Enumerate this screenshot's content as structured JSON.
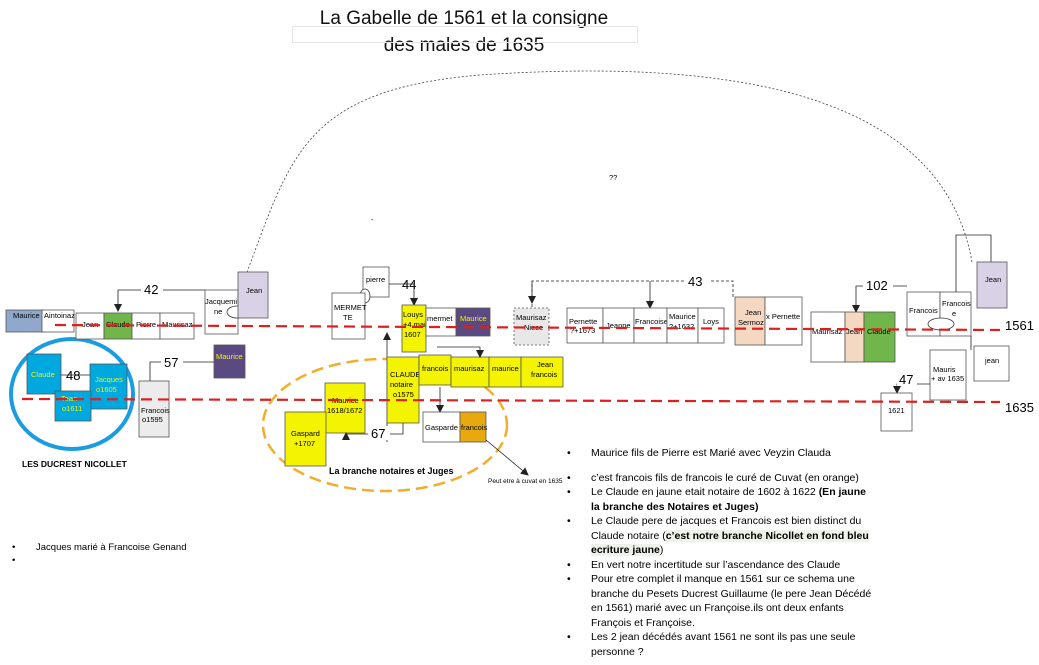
{
  "title": {
    "line1": "La Gabelle de 1561 et la consigne",
    "line2": "des males de 1635"
  },
  "marks": {
    "question": "??",
    "dash": "-",
    "year_1561": "1561",
    "year_1635": "1635"
  },
  "numbers": {
    "n42": "42",
    "n48": "48",
    "n57": "57",
    "n44": "44",
    "n67": "67",
    "n43": "43",
    "n102": "102",
    "n47": "47"
  },
  "boxes": {
    "maurice_bl": "Maurice",
    "aintoinaz": "Aintoinaz",
    "jean_a": "Jean",
    "claude_green": "Claude",
    "pierre": "Pierre",
    "maurisaz_a": "Maurisaz",
    "jacquemine_1": "Jacquemi",
    "jacquemine_2": "ne",
    "jean_top": "Jean",
    "maurice_purple": "Maurice",
    "claude_blue": "Claude",
    "jacques_1": "Jacques",
    "jacques_2": "o1605",
    "tean_1": "Tean",
    "tean_2": "o1611",
    "francois_1": "Francois",
    "francois_2": "o1595",
    "ducrest": "LES DUCREST NICOLLET",
    "pierre2": "pierre",
    "mermette_1": "MERMET",
    "mermette_2": "TE",
    "louys_1": "Louys",
    "louys_2": "+4 mai",
    "louys_3": "1607",
    "mermet": "mermet",
    "maurice_p2": "Maurice",
    "claude_not_1": "CLAUDE",
    "claude_not_2": "notaire",
    "claude_not_3": "o1575",
    "francois_y": "francois",
    "maurisaz_y": "maurisaz",
    "maurice_y": "maurice",
    "jeanfr_1": "Jean",
    "jeanfr_2": "francois",
    "maurice1618_1": "Maurice",
    "maurice1618_2": "1618/1672",
    "gaspard_1": "Gaspard",
    "gaspard_2": "+1707",
    "gasparde": "Gasparde",
    "francois_or": "francois",
    "branche": "La branche notaires et Juges",
    "cuvat": "Peut etre à cuvat en 1635",
    "maurisaz_niece_1": "Maurisaz",
    "maurisaz_niece_2": "Niece",
    "pernette_1": "Pernette",
    "pernette_2": "?+1673",
    "jeanne": "Jeanne",
    "francoise": "Francoise",
    "maurice1632_1": "Maurice",
    "maurice1632_2": "?+1632",
    "loys": "Loys",
    "jean_sermoz_1": "Jean",
    "jean_sermoz_2": "Sermoz",
    "x_pernette": "x Pernette",
    "maurisaz_r": "Maurisaz",
    "jean_r": "Jean",
    "claude_r": "Claude",
    "francois_r": "Francois",
    "francoise_r_1": "Francois",
    "francoise_r_2": "e",
    "jean_rr": "Jean",
    "mauris_1": "Mauris",
    "mauris_2": "+ av 1635",
    "jean_last": "jean",
    "b1621": "1621"
  },
  "notes": [
    {
      "text": "Maurice  fils de Pierre est Marié avec Veyzin Clauda"
    },
    {
      "text": "c’est francois fils de francois le curé de Cuvat (en orange)"
    },
    {
      "text": "Le Claude en jaune etait notaire de 1602 à 1622 ",
      "bold": "(En jaune la branche des Notaires et Juges)"
    },
    {
      "text": "Le Claude pere de jacques et Francois est bien distinct du Claude notaire (",
      "bold": "c’est notre branche Nicollet en fond bleu ecriture jaune",
      "after": ")"
    },
    {
      "text": "En vert notre incertitude sur l’ascendance des Claude"
    },
    {
      "text": "Pour etre complet il manque en 1561 sur ce schema une branche du Pesets Ducrest Guillaume (le pere Jean Décédé en 1561) marié avec un Françoise.ils ont  deux enfants François et Françoise."
    },
    {
      "text": "Les 2 jean décédés avant 1561 ne sont ils pas une seule personne ?"
    }
  ],
  "left_notes": [
    {
      "text": "Jacques marié à Francoise Genand"
    },
    {
      "text": ""
    }
  ],
  "colors": {
    "blue": "#00a8e0",
    "yellow": "#f4f400",
    "purple": "#5b4a82",
    "green": "#70b64a",
    "orange": "#e8a90e",
    "lavender": "#d9d2e6",
    "peach": "#f4d8c2",
    "steel": "#8fa8cc",
    "red_dash": "#dd1f1f",
    "gold_dash": "#f0ae2a"
  }
}
